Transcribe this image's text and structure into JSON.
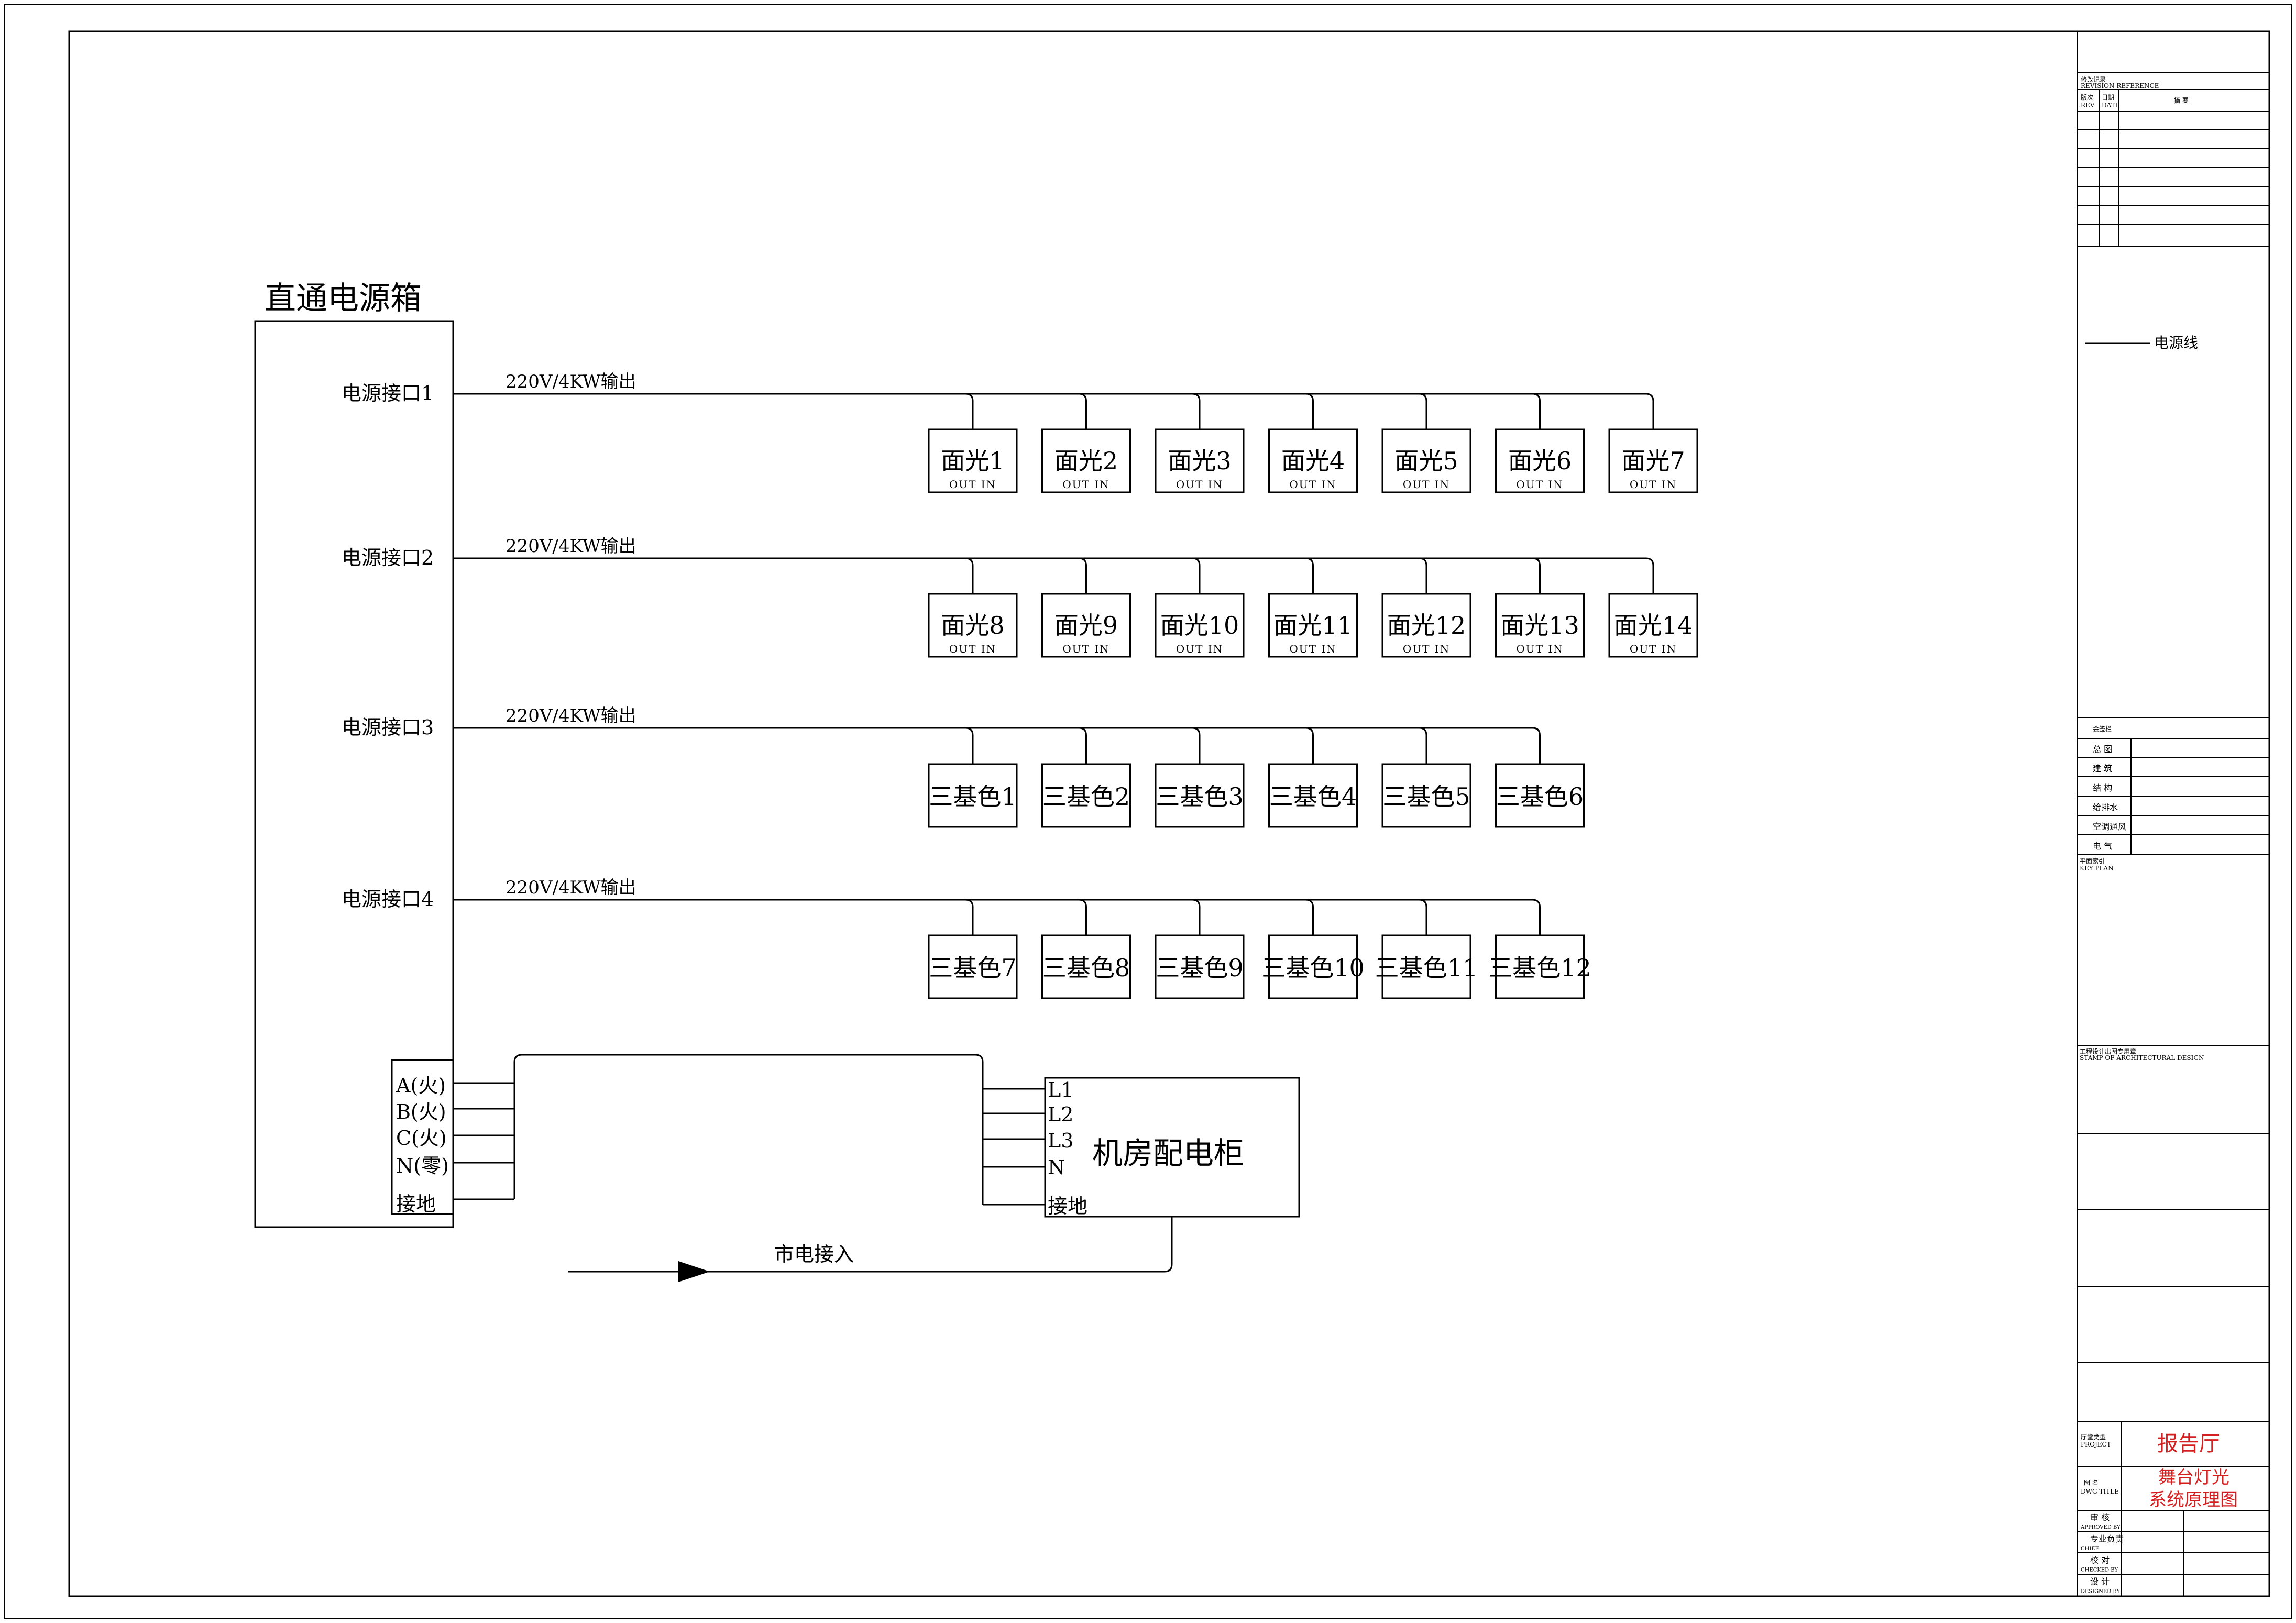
{
  "power_box": {
    "title": "直通电源箱",
    "ports": [
      {
        "label": "电源接口1",
        "output": "220V/4KW输出",
        "fixtures": [
          "面光1",
          "面光2",
          "面光3",
          "面光4",
          "面光5",
          "面光6",
          "面光7"
        ],
        "show_io": true
      },
      {
        "label": "电源接口2",
        "output": "220V/4KW输出",
        "fixtures": [
          "面光8",
          "面光9",
          "面光10",
          "面光11",
          "面光12",
          "面光13",
          "面光14"
        ],
        "show_io": true
      },
      {
        "label": "电源接口3",
        "output": "220V/4KW输出",
        "fixtures": [
          "三基色1",
          "三基色2",
          "三基色3",
          "三基色4",
          "三基色5",
          "三基色6"
        ],
        "show_io": false
      },
      {
        "label": "电源接口4",
        "output": "220V/4KW输出",
        "fixtures": [
          "三基色7",
          "三基色8",
          "三基色9",
          "三基色10",
          "三基色11",
          "三基色12"
        ],
        "show_io": false
      }
    ],
    "io_label": "OUT  IN",
    "terminals": [
      "A(火)",
      "B(火)",
      "C(火)",
      "N(零)",
      "接地"
    ]
  },
  "cabinet": {
    "title": "机房配电柜",
    "pins": [
      "L1",
      "L2",
      "L3",
      "N",
      "接地"
    ]
  },
  "mains_label": "市电接入",
  "title_block": {
    "revision_header": "修改记录",
    "revision_header_en": "REVISION REFERENCE",
    "rev_col1": "版次",
    "rev_col1_en": "REV",
    "rev_col2": "日期",
    "rev_col2_en": "DATE",
    "rev_col3": "摘 要",
    "legend_text": "电源线",
    "signoff_header": "会签栏",
    "signoff_rows": [
      "总 图",
      "建 筑",
      "结 构",
      "给排水",
      "空调通风",
      "电 气"
    ],
    "key_plan": "平面索引",
    "key_plan_en": "KEY PLAN",
    "stamp": "工程设计出图专用章",
    "stamp_en": "STAMP OF ARCHITECTURAL DESIGN",
    "project_label": "厅堂类型",
    "project_label_en": "PROJECT",
    "project_value": "报告厅",
    "drawing_label": "图 名",
    "drawing_label_en": "DWG TITLE",
    "drawing_line1": "舞台灯光",
    "drawing_line2": "系统原理图",
    "people": [
      {
        "cn": "审 核",
        "en": "APPROVED BY"
      },
      {
        "cn": "专业负责",
        "en": "CHIEF"
      },
      {
        "cn": "校 对",
        "en": "CHECKED BY"
      },
      {
        "cn": "设 计",
        "en": "DESIGNED BY"
      }
    ]
  },
  "colors": {
    "line": "#000000",
    "title_red": "#d42020"
  }
}
